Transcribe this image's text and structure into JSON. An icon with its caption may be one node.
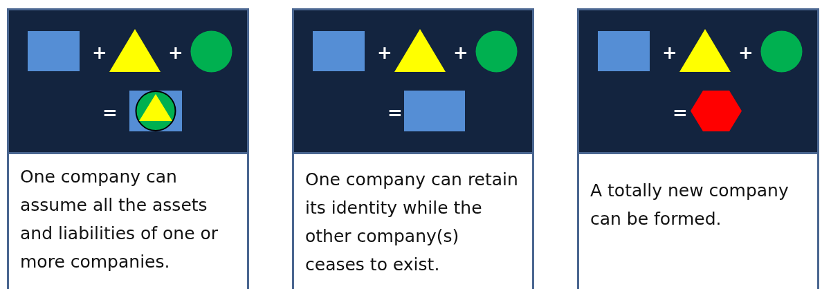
{
  "diagram": {
    "nodes": [
      {
        "text": [
          "One company can assume all the assets and liabilities of one or more companies."
        ]
      },
      {
        "text": [
          "One company can retain its identity while the other company(s) ceases to exist."
        ]
      },
      {
        "text": [
          "A totally new company can be formed."
        ]
      }
    ],
    "labels": [
      "+",
      "+",
      "=",
      "+",
      "+",
      "=",
      "+",
      "+",
      "="
    ]
  }
}
